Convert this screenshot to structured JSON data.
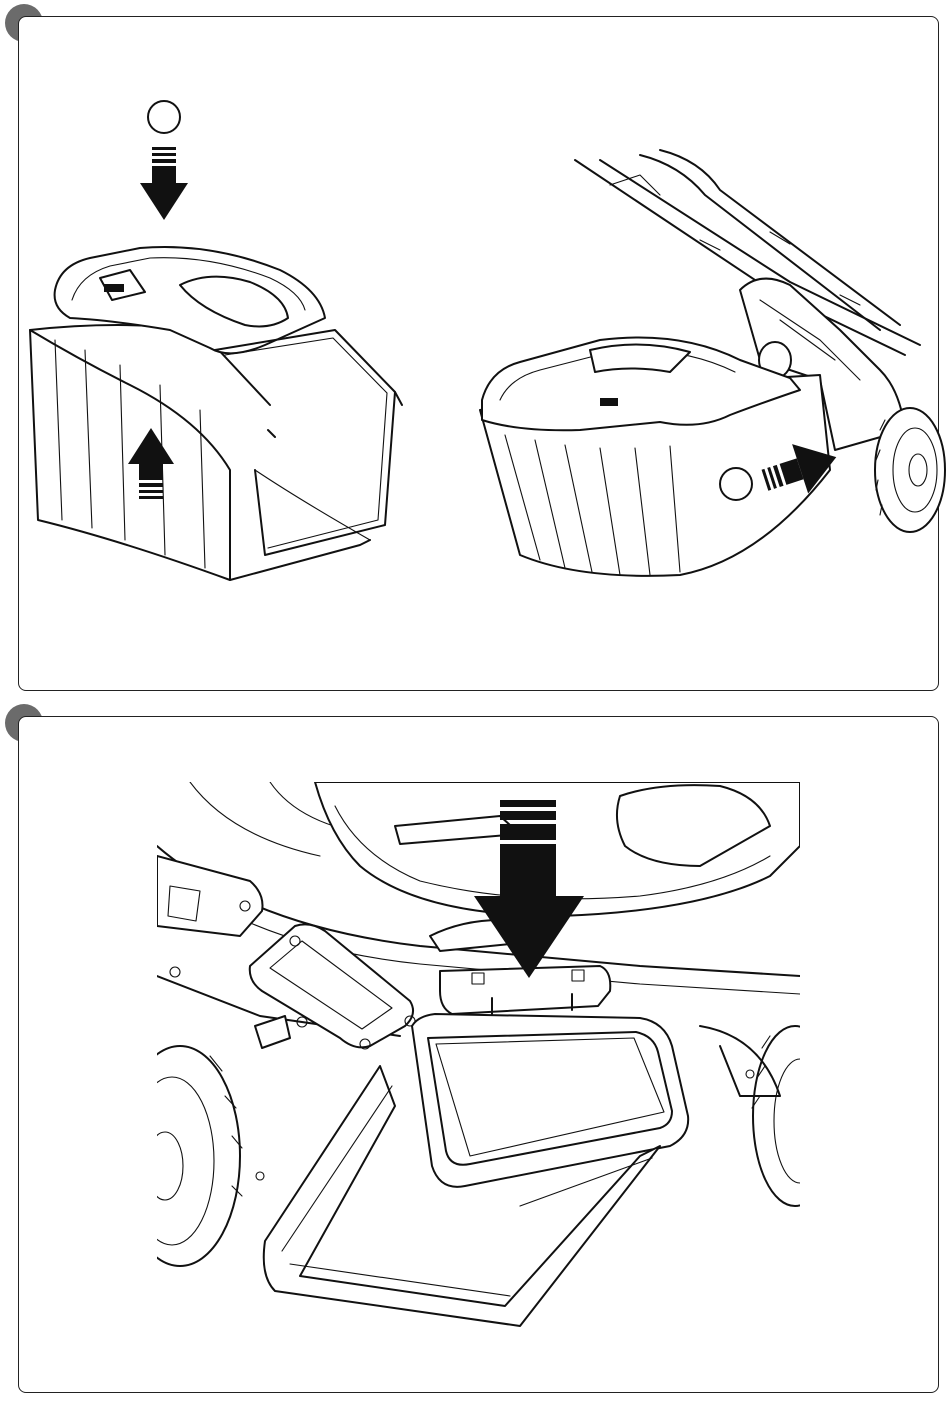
{
  "steps": [
    {
      "id": "1",
      "marker": "step-dot",
      "illustration": "attach-bag-frame"
    },
    {
      "id": "2",
      "marker": "step-dot",
      "illustration": "hang-bag-on-mower"
    }
  ],
  "colors": {
    "line": "#111111",
    "marker": "#6b6b6b",
    "background": "#ffffff"
  }
}
